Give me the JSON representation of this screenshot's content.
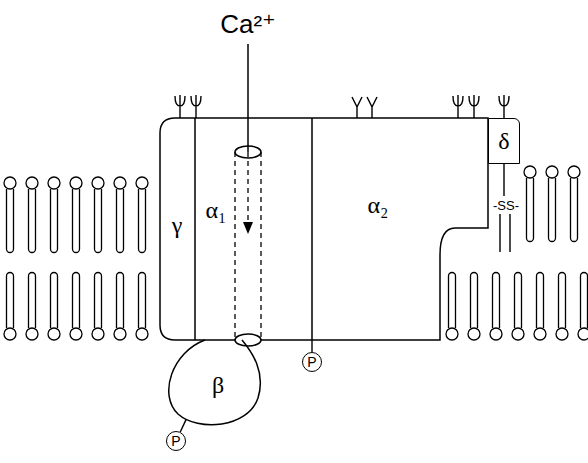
{
  "diagram": {
    "nodes": [
      {
        "text": [
          "γ"
        ]
      },
      {
        "text": [
          "α₁"
        ]
      },
      {
        "text": [
          "α₂"
        ]
      },
      {
        "text": [
          "δ"
        ]
      },
      {
        "text": [
          "P"
        ]
      },
      {
        "text": [
          "β"
        ]
      },
      {
        "text": [
          "P"
        ]
      }
    ],
    "edges": [
      {
        "from": 5,
        "to": 6,
        "arrow": "none"
      }
    ],
    "labels": [
      "Ca²⁺",
      "-SS-"
    ]
  }
}
